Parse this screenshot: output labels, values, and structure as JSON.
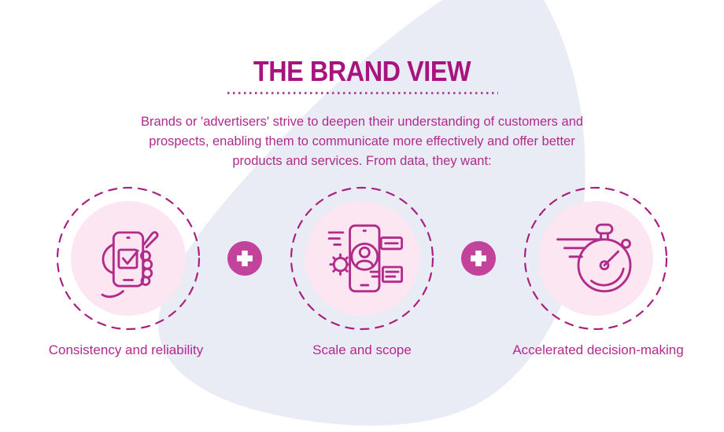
{
  "header": {
    "title": "THE BRAND VIEW"
  },
  "intro": {
    "lines": [
      "Brands or 'advertisers' strive to deepen their understanding of customers and",
      "prospects, enabling them to communicate more effectively and offer better",
      "products and services. From data, they want:"
    ]
  },
  "features": [
    {
      "label": "Consistency and reliability",
      "icon": "hand-phone-check-icon"
    },
    {
      "label": "Scale and scope",
      "icon": "phone-profile-gear-icon"
    },
    {
      "label": "Accelerated decision-making",
      "icon": "stopwatch-icon"
    }
  ],
  "connectors": [
    {
      "symbol": "plus"
    },
    {
      "symbol": "plus"
    }
  ],
  "colors": {
    "title": "#a8137f",
    "body_text": "#b02a8c",
    "icon_stroke": "#b12b8a",
    "ring_dash": "#a9217f",
    "circle_fill": "#fbe6f1",
    "plus_badge": "#c2429c",
    "blob": "#e9ecf5",
    "background": "#ffffff"
  }
}
